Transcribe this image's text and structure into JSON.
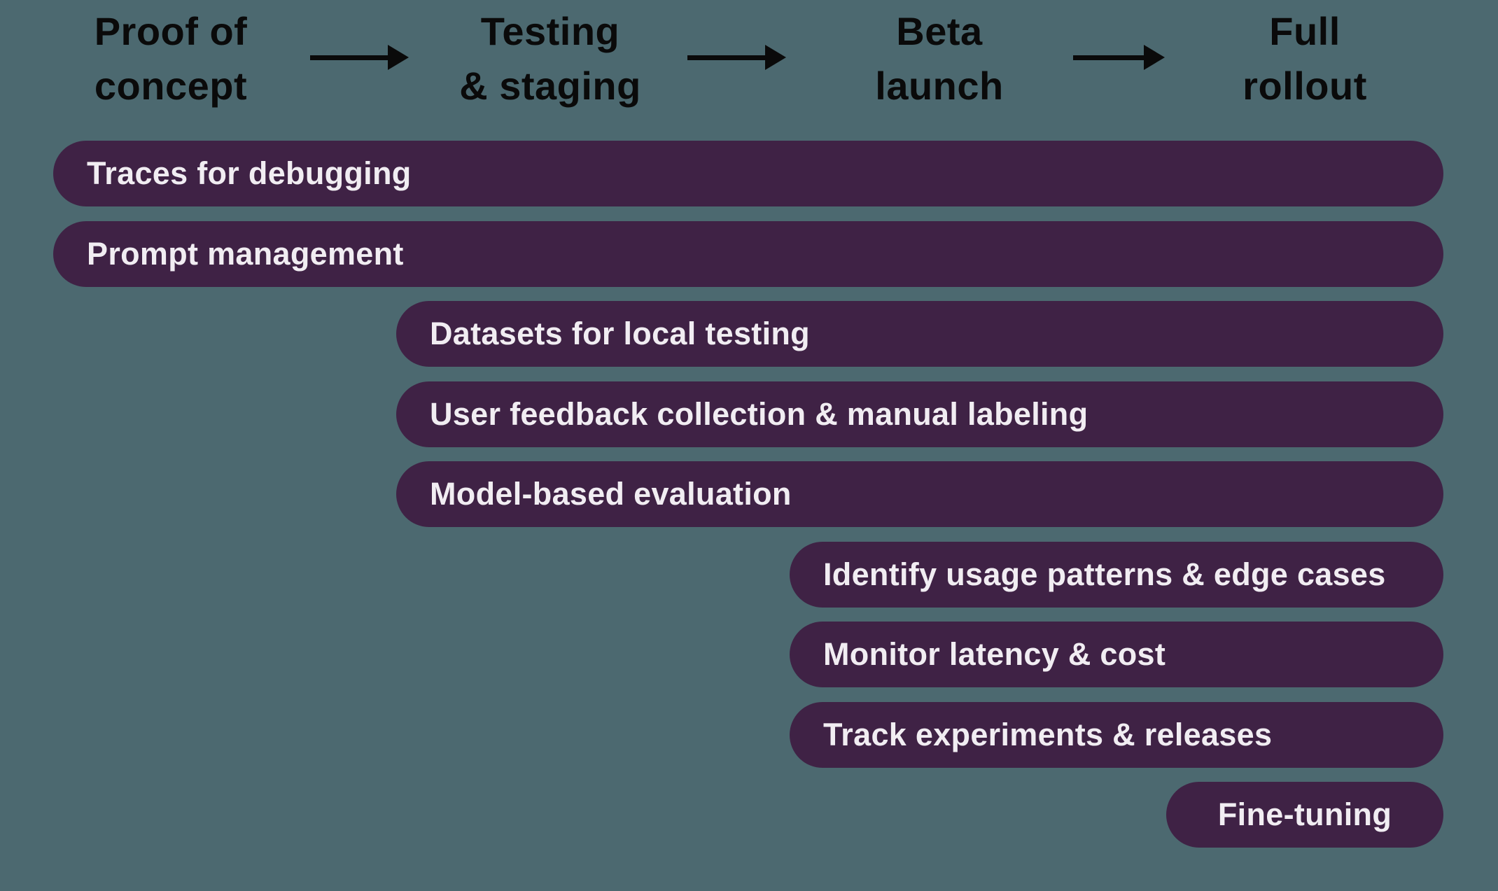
{
  "diagram": {
    "description": "Rollout-stage timeline showing which LLM tooling capabilities are used from each stage through full rollout",
    "colors": {
      "background": "#4C6970",
      "bar_fill": "#3F2245",
      "bar_text": "#F1EDF2",
      "header_text": "#0A0A0A",
      "arrow": "#0A0A0A"
    },
    "stages": [
      {
        "line1": "Proof of",
        "line2": "concept"
      },
      {
        "line1": "Testing",
        "line2": "& staging"
      },
      {
        "line1": "Beta",
        "line2": "launch"
      },
      {
        "line1": "Full",
        "line2": "rollout"
      }
    ],
    "bars": [
      {
        "label": "Traces for debugging",
        "start_stage": "Proof of concept",
        "end_stage": "Full rollout"
      },
      {
        "label": "Prompt management",
        "start_stage": "Proof of concept",
        "end_stage": "Full rollout"
      },
      {
        "label": "Datasets for local testing",
        "start_stage": "Testing & staging",
        "end_stage": "Full rollout"
      },
      {
        "label": "User feedback collection & manual labeling",
        "start_stage": "Testing & staging",
        "end_stage": "Full rollout"
      },
      {
        "label": "Model-based evaluation",
        "start_stage": "Testing & staging",
        "end_stage": "Full rollout"
      },
      {
        "label": "Identify usage patterns & edge cases",
        "start_stage": "Beta launch",
        "end_stage": "Full rollout"
      },
      {
        "label": "Monitor latency & cost",
        "start_stage": "Beta launch",
        "end_stage": "Full rollout"
      },
      {
        "label": "Track experiments & releases",
        "start_stage": "Beta launch",
        "end_stage": "Full rollout"
      },
      {
        "label": "Fine-tuning",
        "start_stage": "Full rollout",
        "end_stage": "Full rollout"
      }
    ]
  }
}
